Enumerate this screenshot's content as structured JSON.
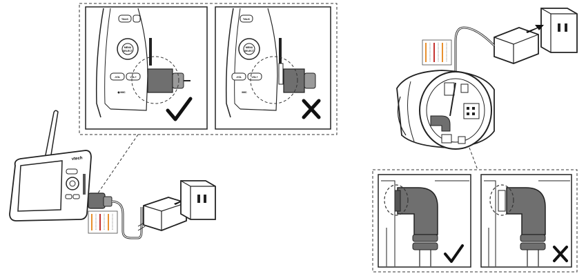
{
  "monitor": {
    "brand": "vtech",
    "key_talk": "TALK",
    "key_menu": "MENU",
    "key_select": "SELECT",
    "key_vol_down": "-VOL",
    "key_vol_up": "VOL+",
    "label_mic": "MIC"
  },
  "verdicts": {
    "correct_symbol": "✓",
    "incorrect_symbol": "✕"
  },
  "colors": {
    "ink": "#1a1a1a",
    "plug_fill": "#6f6f6f",
    "plug_light": "#9a9a9a",
    "tag_orange": "#e8902e",
    "tag_red": "#c4312f"
  },
  "icons": [
    "monitor-unit",
    "power-adapter",
    "wall-outlet",
    "camera-base",
    "power-plug",
    "check-icon",
    "cross-icon"
  ]
}
